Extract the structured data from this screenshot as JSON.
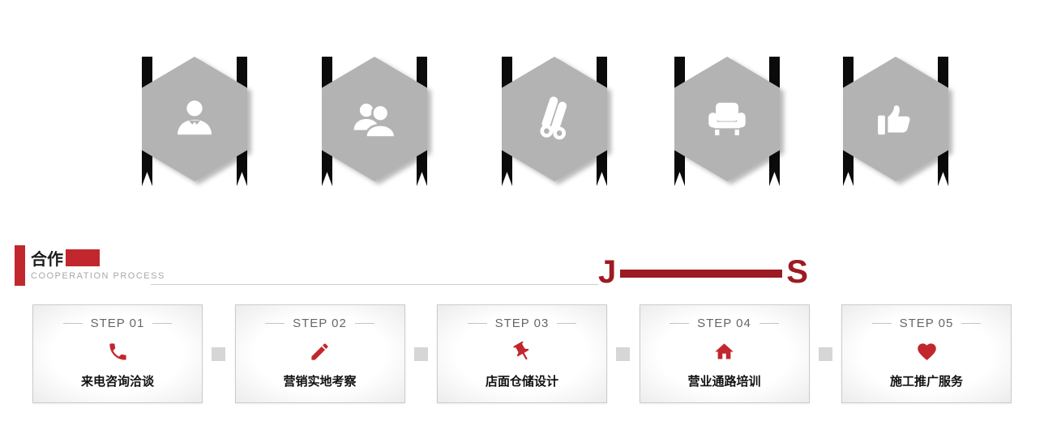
{
  "colors": {
    "accent": "#c1272d",
    "dark-red": "#9c1b22",
    "hex-gray": "#b3b3b3",
    "ribbon-black": "#0b0b0b",
    "card-border": "#cccccc",
    "connector-gray": "#d6d6d6"
  },
  "badges": [
    {
      "icon": "businessman-icon"
    },
    {
      "icon": "partners-icon"
    },
    {
      "icon": "wood-logs-icon"
    },
    {
      "icon": "armchair-icon"
    },
    {
      "icon": "thumbs-up-icon"
    }
  ],
  "header": {
    "title_zh": "合作",
    "subtitle_en": "COOPERATION PROCESS",
    "right_title_start": "J",
    "right_title_end": "S"
  },
  "steps": [
    {
      "label": "STEP 01",
      "icon": "phone-icon",
      "title": "来电咨询洽谈"
    },
    {
      "label": "STEP 02",
      "icon": "pencil-icon",
      "title": "营销实地考察"
    },
    {
      "label": "STEP 03",
      "icon": "pushpin-icon",
      "title": "店面仓储设计"
    },
    {
      "label": "STEP 04",
      "icon": "home-icon",
      "title": "营业通路培训"
    },
    {
      "label": "STEP 05",
      "icon": "heart-icon",
      "title": "施工推广服务"
    }
  ]
}
